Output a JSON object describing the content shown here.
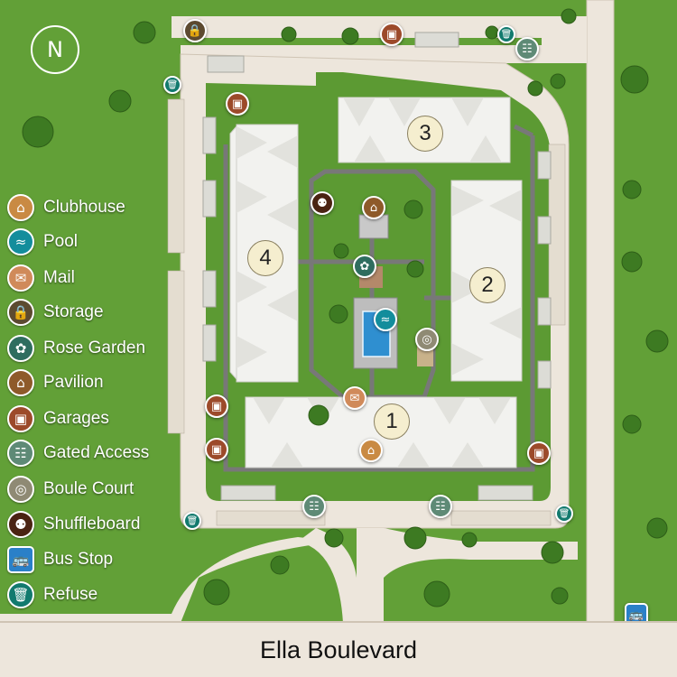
{
  "compass": {
    "label": "N"
  },
  "street_name": "Ella Boulevard",
  "buildings": [
    "1",
    "2",
    "3",
    "4"
  ],
  "legend": [
    {
      "label": "Clubhouse",
      "icon": "clubhouse-icon",
      "color": "#c98a43"
    },
    {
      "label": "Pool",
      "icon": "pool-icon",
      "color": "#138d9c"
    },
    {
      "label": "Mail",
      "icon": "mail-icon",
      "color": "#d08a5a"
    },
    {
      "label": "Storage",
      "icon": "storage-icon",
      "color": "#5c4a30"
    },
    {
      "label": "Rose Garden",
      "icon": "rose-garden-icon",
      "color": "#2f6d5f"
    },
    {
      "label": "Pavilion",
      "icon": "pavilion-icon",
      "color": "#8e5a2a"
    },
    {
      "label": "Garages",
      "icon": "garages-icon",
      "color": "#9c4a2a"
    },
    {
      "label": "Gated Access",
      "icon": "gated-access-icon",
      "color": "#5e8a76"
    },
    {
      "label": "Boule Court",
      "icon": "boule-court-icon",
      "color": "#8f8a74"
    },
    {
      "label": "Shuffleboard",
      "icon": "shuffleboard-icon",
      "color": "#4a2312"
    },
    {
      "label": "Bus Stop",
      "icon": "bus-stop-icon",
      "color": "#2a80c8"
    },
    {
      "label": "Refuse",
      "icon": "refuse-icon",
      "color": "#127a6e"
    }
  ]
}
